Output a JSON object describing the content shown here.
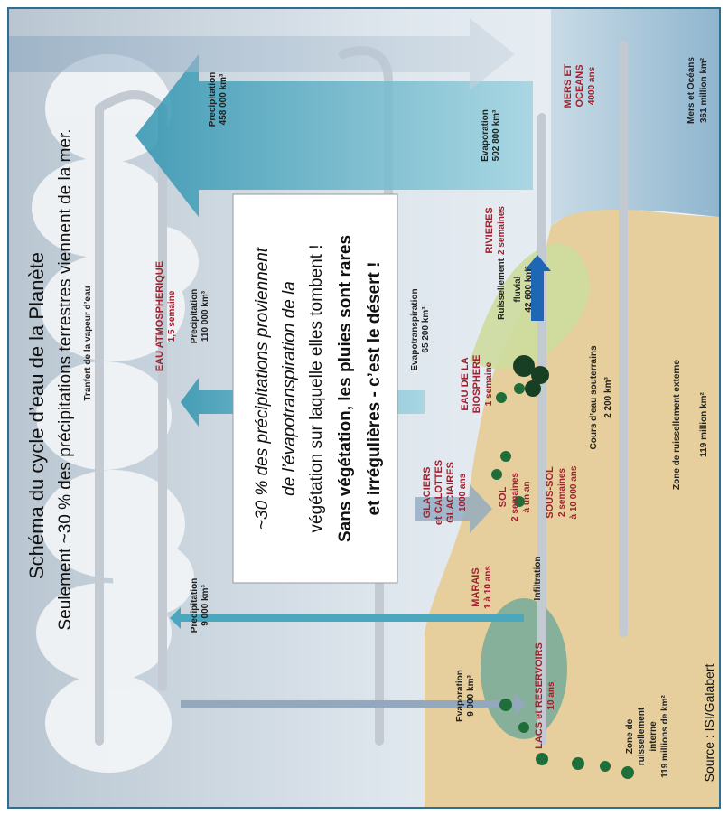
{
  "title": "Schéma du cycle d’eau de la Planète",
  "subtitle": "Seulement ~30 % des précipitations terrestres viennent de la mer.",
  "source": "Source : ISI/Galabert",
  "colors": {
    "frame": "#2e6e8e",
    "sky_top": "#cfd9e1",
    "sea": "#a9c8dd",
    "land": "#e8d3a3",
    "reservoir_label": "#a0202e",
    "arrow_teal": "#3aa0b8",
    "arrow_grey": "#b9c1c8"
  },
  "callout": {
    "line1": "~30 % des précipitations proviennent",
    "line2": "de l’évapotranspiration de la",
    "line3": "végétation sur laquelle elles tombent !",
    "line4": "Sans végétation, les pluies sont rares",
    "line5": "et irrégulières - c’est le désert !"
  },
  "fluxes": {
    "precip_land_internal": {
      "label": "Precipitation",
      "value": "9 000 km³"
    },
    "evap_lakes": {
      "label": "Evaporation",
      "value": "9 000 km³"
    },
    "precip_land": {
      "label": "Precipitation",
      "value": "110 000 km³"
    },
    "evapotranspiration": {
      "label": "Evapotranspiration",
      "value": "65 200 km³"
    },
    "vapour_transfer": {
      "label": "Tranfert de la vapeur d’eau"
    },
    "runoff": {
      "label1": "Ruissellement",
      "label2": "fluvial",
      "value": "42 600 km³"
    },
    "groundwater": {
      "label": "Cours d’eau souterrains",
      "value": "2 200 km³"
    },
    "evap_sea": {
      "label": "Evaporation",
      "value": "502 800 km³"
    },
    "precip_sea": {
      "label": "Precipitation",
      "value": "458 000 km³"
    }
  },
  "reservoirs": {
    "atmosphere": {
      "name": "EAU ATMOSPHERIQUE",
      "time": "1,5 semaine"
    },
    "lakes": {
      "name": "LACS et RESERVOIRS",
      "time": "10 ans"
    },
    "marshes": {
      "name": "MARAIS",
      "time": "1 à 10 ans"
    },
    "soil": {
      "name": "SOL",
      "time1": "2 semaines",
      "time2": "à un an"
    },
    "glaciers": {
      "name1": "GLACIERS",
      "name2": "et CALOTTES",
      "name3": "GLACIAIRES",
      "time": "1000 ans"
    },
    "biosphere": {
      "name1": "EAU DE LA",
      "name2": "BIOSPHERE",
      "time": "1 semaine"
    },
    "rivers": {
      "name": "RIVIERES",
      "time": "2 semaines"
    },
    "subsoil": {
      "name": "SOUS-SOL",
      "time1": "2 semaines",
      "time2": "à 10 000 ans"
    },
    "seas": {
      "name1": "MERS ET",
      "name2": "OCEANS",
      "time": "4000 ans"
    }
  },
  "labels": {
    "infiltration": "Infiltration",
    "internal_zone": {
      "l1": "Zone de",
      "l2": "ruissellement",
      "l3": "interne",
      "l4": "119 millions de km²"
    },
    "external_zone": {
      "l1": "Zone de ruissellement externe",
      "l2": "119 million km²"
    },
    "oceans_area": {
      "l1": "Mers et Océans",
      "l2": "361 million km²"
    }
  }
}
